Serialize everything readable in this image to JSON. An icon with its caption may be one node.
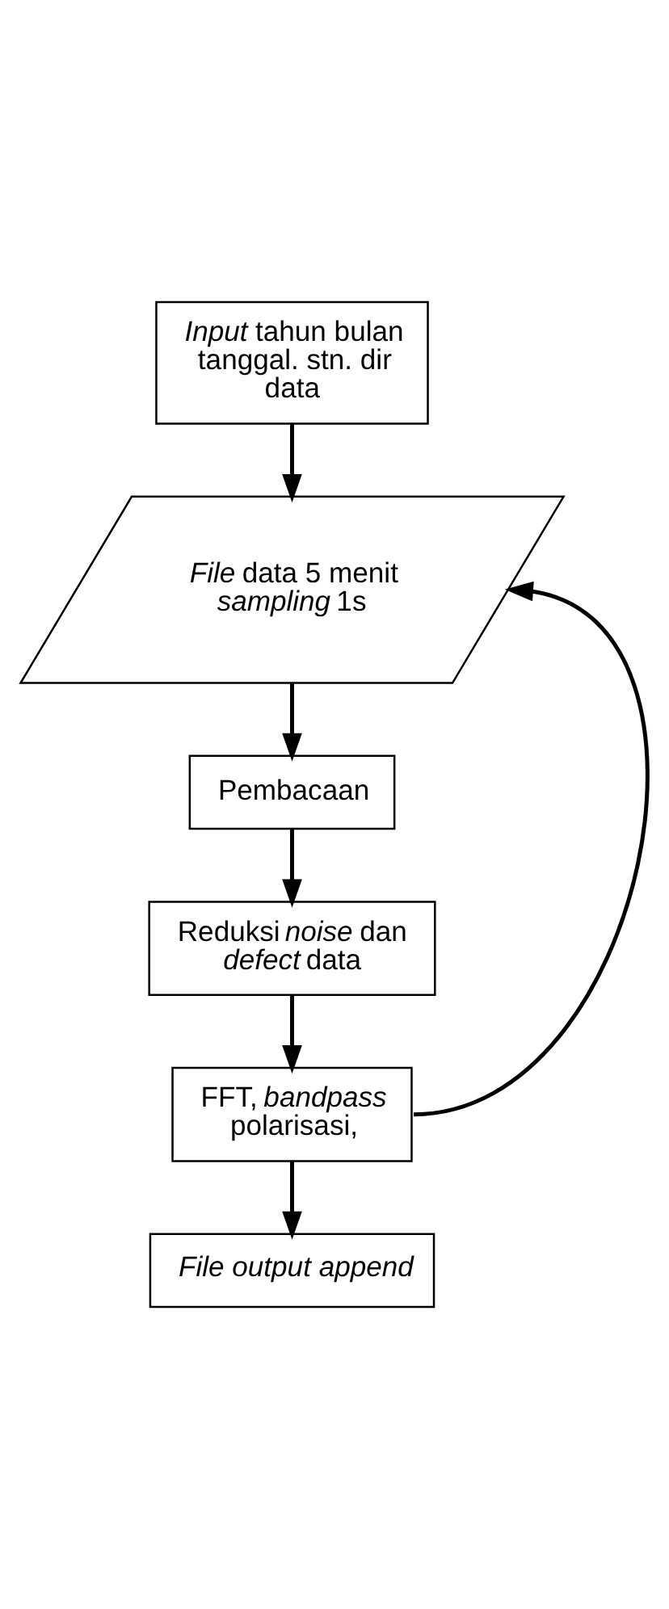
{
  "diagram": {
    "nodes": [
      {
        "text": [
          "*Input* tahun bulan tanggal. stn. dir data"
        ]
      },
      {
        "text": [
          "*File* data 5 menit *sampling* 1s"
        ]
      },
      {
        "text": [
          "Pembacaan"
        ]
      },
      {
        "text": [
          "Reduksi *noise* dan *defect* data"
        ]
      },
      {
        "text": [
          "FFT, *bandpass* polarisasi,"
        ]
      },
      {
        "text": [
          "*File output append*"
        ]
      }
    ],
    "edges": [
      {
        "from": 0,
        "to": 1,
        "arrow": "to"
      },
      {
        "from": 1,
        "to": 2,
        "arrow": "to"
      },
      {
        "from": 2,
        "to": 3,
        "arrow": "to"
      },
      {
        "from": 3,
        "to": 4,
        "arrow": "to"
      },
      {
        "from": 4,
        "to": 5,
        "arrow": "to"
      },
      {
        "from": 4,
        "to": 1,
        "arrow": "to"
      }
    ]
  }
}
